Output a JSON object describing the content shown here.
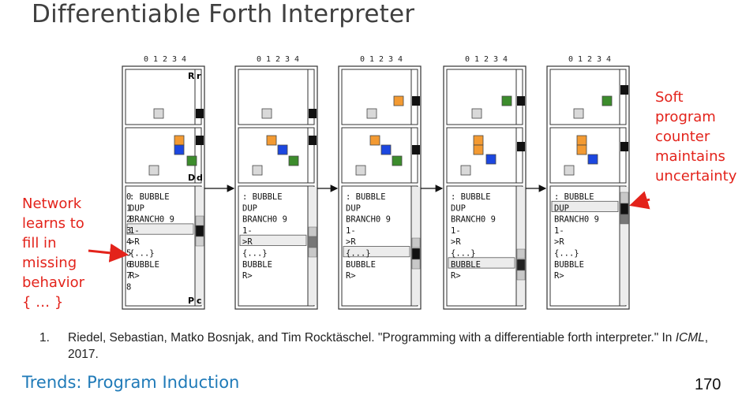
{
  "title": "Differentiable Forth Interpreter",
  "annotations": {
    "left": [
      "Network",
      "learns to",
      "fill in",
      "missing",
      "behavior",
      "{ … }"
    ],
    "right": [
      "Soft",
      "program",
      "counter",
      "maintains",
      "uncertainty"
    ]
  },
  "reference": {
    "number": "1.",
    "text_before": "Riedel, Sebastian, Matko Bosnjak, and Tim Rocktäschel. \"Programming with a differentiable forth interpreter.\" In ",
    "venue": "ICML",
    "text_after": ", 2017."
  },
  "footer": "Trends: Program Induction",
  "page_number": "170",
  "diagram": {
    "column_indices": [
      "0",
      "1",
      "2",
      "3",
      "4"
    ],
    "panel_labels": {
      "return_stack": "R",
      "return_pointer": "r",
      "data_stack": "D",
      "data_pointer": "d",
      "program": "P",
      "program_counter": "c"
    },
    "line_numbers": [
      "0",
      "1",
      "2",
      "3",
      "4",
      "5",
      "6",
      "7",
      "8"
    ],
    "program": [
      ": BUBBLE",
      "DUP",
      "BRANCH0 9",
      "1-",
      ">R",
      "{...}",
      "BUBBLE",
      "R>"
    ],
    "colors": {
      "orange": "#f39a32",
      "blue": "#1c47e0",
      "green": "#3c8c2c",
      "gray": "#d9d9d9",
      "black": "#111111",
      "annotation": "#e3231b",
      "footer": "#1f7ab8"
    },
    "steps": [
      {
        "highlight_line": 3
      },
      {
        "highlight_line": 4
      },
      {
        "highlight_line": 5
      },
      {
        "highlight_line": 6
      },
      {
        "highlight_line": 1
      }
    ]
  }
}
